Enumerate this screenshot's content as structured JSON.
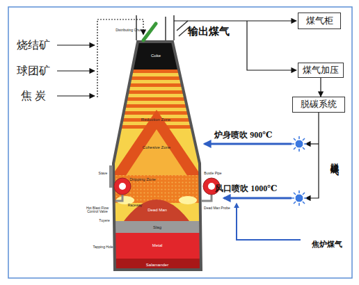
{
  "diagram": {
    "nodes": [
      {
        "text": [
          "煤气柜"
        ]
      },
      {
        "text": [
          "煤气加压"
        ]
      },
      {
        "text": [
          "脱碳系统"
        ]
      }
    ],
    "edges": [
      {
        "from": 1,
        "to": 2,
        "arrow": "to"
      }
    ],
    "labels": [
      "烧结矿",
      "球团矿",
      "焦 炭",
      "Distributing Chute",
      "输出煤气",
      "脱碳煤气",
      "炉身喷吹 900℃",
      "Coke",
      "Reduction Zone",
      "Cohesive Zone",
      "Stave",
      "Bustle Pipe",
      "Dripping Zone",
      "风口喷吹 1000℃",
      "Raceway",
      "Hot Blast Flow Control Valve",
      "Dead Man",
      "Dead Man Probe",
      "Tuyere",
      "Slag",
      "Tapping Hole",
      "Metal",
      "焦炉煤气",
      "Salamander"
    ]
  }
}
